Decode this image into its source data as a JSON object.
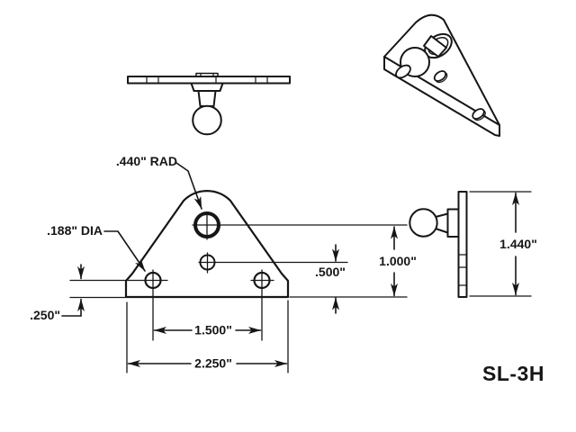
{
  "part_number": "SL-3H",
  "colors": {
    "line": "#161616",
    "background": "#ffffff"
  },
  "dimensions": {
    "apex_radius": ".440\" RAD",
    "hole_diameter": ".188\" DIA",
    "hole_edge_offset": ".250\"",
    "hole_spacing": "1.500\"",
    "overall_width": "2.250\"",
    "mid_hole_height": ".500\"",
    "ball_hole_height": "1.000\"",
    "overall_height": "1.440\""
  }
}
